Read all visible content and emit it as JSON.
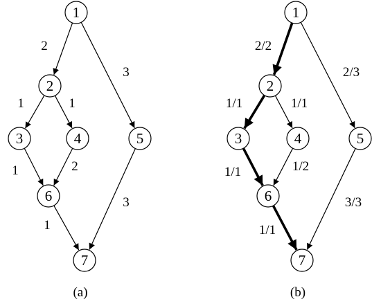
{
  "graphs": [
    {
      "caption": "(a)",
      "nodes": [
        "1",
        "2",
        "3",
        "4",
        "5",
        "6",
        "7"
      ],
      "edges": [
        {
          "from": "1",
          "to": "2",
          "label": "2",
          "bold": false
        },
        {
          "from": "1",
          "to": "5",
          "label": "3",
          "bold": false
        },
        {
          "from": "2",
          "to": "3",
          "label": "1",
          "bold": false
        },
        {
          "from": "2",
          "to": "4",
          "label": "1",
          "bold": false
        },
        {
          "from": "3",
          "to": "6",
          "label": "1",
          "bold": false
        },
        {
          "from": "4",
          "to": "6",
          "label": "2",
          "bold": false
        },
        {
          "from": "5",
          "to": "7",
          "label": "3",
          "bold": false
        },
        {
          "from": "6",
          "to": "7",
          "label": "1",
          "bold": false
        }
      ]
    },
    {
      "caption": "(b)",
      "nodes": [
        "1",
        "2",
        "3",
        "4",
        "5",
        "6",
        "7"
      ],
      "edges": [
        {
          "from": "1",
          "to": "2",
          "label": "2/2",
          "bold": true
        },
        {
          "from": "1",
          "to": "5",
          "label": "2/3",
          "bold": false
        },
        {
          "from": "2",
          "to": "3",
          "label": "1/1",
          "bold": true
        },
        {
          "from": "2",
          "to": "4",
          "label": "1/1",
          "bold": false
        },
        {
          "from": "3",
          "to": "6",
          "label": "1/1",
          "bold": true
        },
        {
          "from": "4",
          "to": "6",
          "label": "1/2",
          "bold": false
        },
        {
          "from": "5",
          "to": "7",
          "label": "3/3",
          "bold": false
        },
        {
          "from": "6",
          "to": "7",
          "label": "1/1",
          "bold": true
        }
      ]
    }
  ]
}
